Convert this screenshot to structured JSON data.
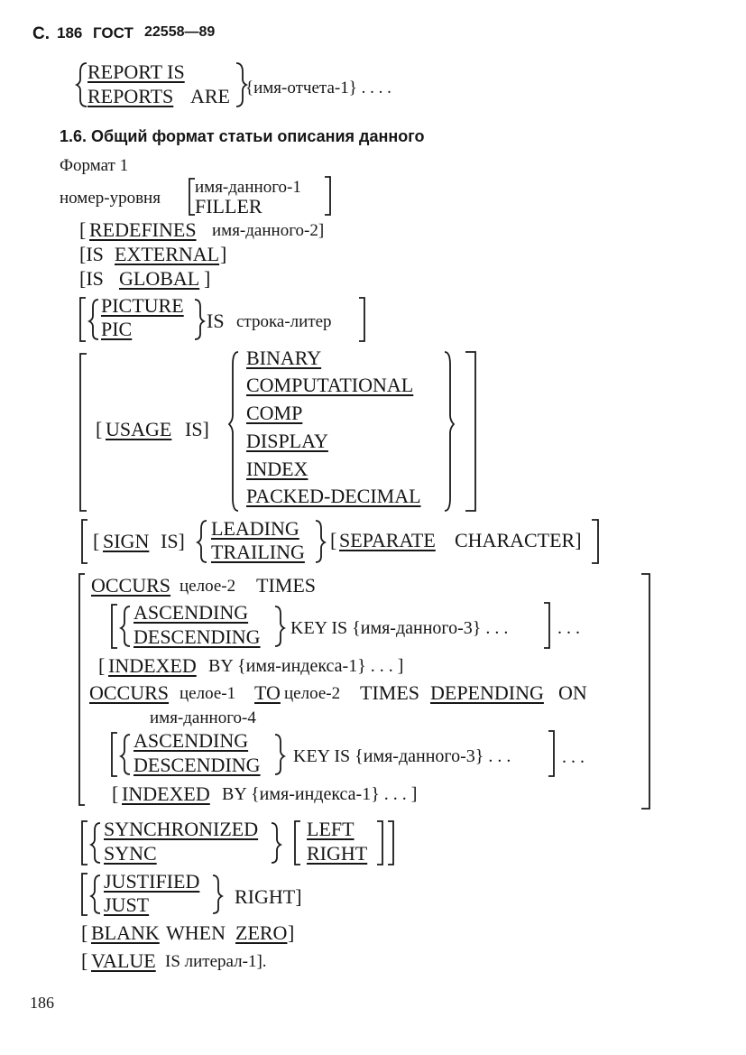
{
  "header": {
    "prefix": "С.",
    "page": "186",
    "standard": "ГОСТ",
    "code": "22558—89"
  },
  "report": {
    "report_is": "REPORT IS",
    "reports": "REPORTS",
    "are": "ARE",
    "name": "{имя-отчета-1} . . . ."
  },
  "section": {
    "heading": "1.6. Общий формат статьи описания данного"
  },
  "format": {
    "label": "Формат 1"
  },
  "level": {
    "label": "номер-уровня",
    "name1": "имя-данного-1",
    "filler": "FILLER"
  },
  "redefines": {
    "open": "[",
    "keyword": "REDEFINES",
    "rest": "имя-данного-2]"
  },
  "external": {
    "open": "[IS",
    "keyword": "EXTERNAL",
    "close": "]"
  },
  "global": {
    "open": "[IS",
    "keyword": "GLOBAL",
    "close": "]"
  },
  "picture": {
    "picture": "PICTURE",
    "pic": "PIC",
    "is": "IS",
    "string": "строка-литер"
  },
  "usage": {
    "open": "[",
    "keyword": "USAGE",
    "rest": "IS]",
    "options": [
      "BINARY",
      "COMPUTATIONAL",
      "COMP",
      "DISPLAY",
      "INDEX",
      "PACKED-DECIMAL"
    ]
  },
  "sign": {
    "open": "[",
    "keyword": "SIGN",
    "rest": "IS]",
    "leading": "LEADING",
    "trailing": "TRAILING",
    "sep_open": "[",
    "separate": "SEPARATE",
    "character": "CHARACTER]"
  },
  "occurs1": {
    "occurs": "OCCURS",
    "int2": "целое-2",
    "times": "TIMES",
    "ascending": "ASCENDING",
    "descending": "DESCENDING",
    "key": "KEY IS {имя-данного-3} . . .",
    "ellipsis": ". . .",
    "idx_open": "[",
    "indexed": "INDEXED",
    "by": "BY {имя-индекса-1} . . . ]"
  },
  "occurs2": {
    "occurs": "OCCURS",
    "int1": "целое-1",
    "to": "TO",
    "int2": "целое-2",
    "times": "TIMES",
    "depending": "DEPENDING",
    "on": "ON",
    "dataname": "имя-данного-4",
    "ascending": "ASCENDING",
    "descending": "DESCENDING",
    "key": "KEY IS {имя-данного-3} . . .",
    "ellipsis": ". . .",
    "idx_open": "[",
    "indexed": "INDEXED",
    "by": "BY {имя-индекса-1} . . . ]"
  },
  "sync": {
    "synchronized": "SYNCHRONIZED",
    "sync": "SYNC",
    "left": "LEFT",
    "right": "RIGHT"
  },
  "just": {
    "justified": "JUSTIFIED",
    "just": "JUST",
    "right": "RIGHT]"
  },
  "blank": {
    "open": "[",
    "blank": "BLANK",
    "when": "WHEN",
    "zero": "ZERO",
    "close": "]"
  },
  "value": {
    "open": "[",
    "keyword": "VALUE",
    "rest": "IS литерал-1]."
  },
  "footer": {
    "page_number": "186"
  }
}
